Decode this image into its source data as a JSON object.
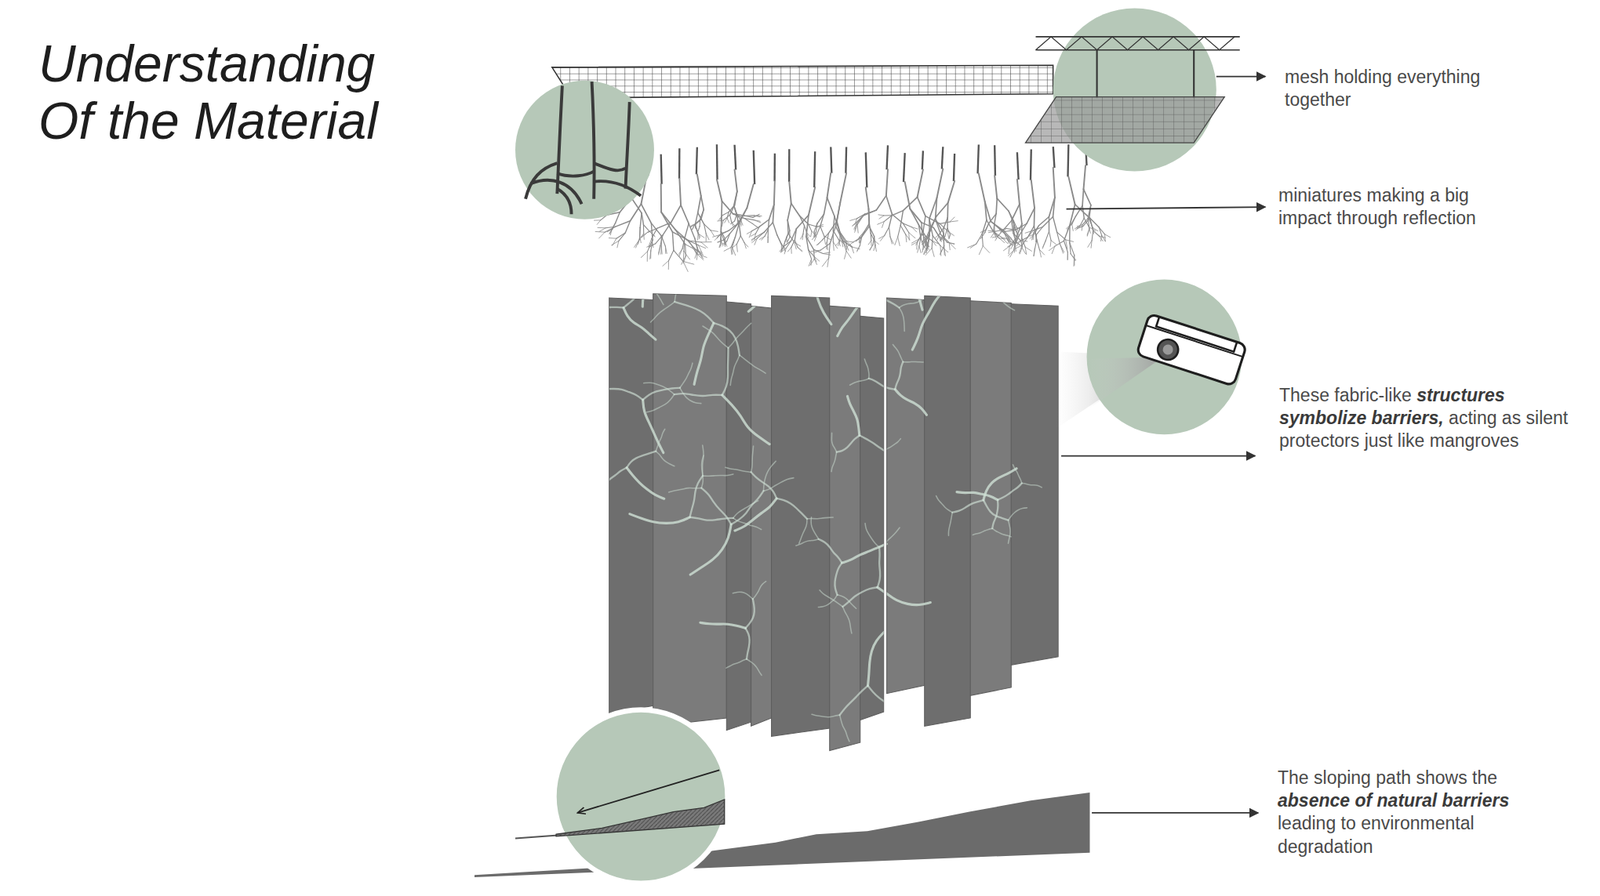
{
  "diagram": {
    "title": "Understanding Of the Material",
    "labels": [
      "mesh holding everything together",
      "miniatures making a big impact through reflection",
      "These fabric-like",
      "structures symbolize barriers,",
      "acting as silent protectors just like mangroves",
      "The sloping path shows the",
      "absence of natural barriers",
      "leading to environmental degradation"
    ]
  }
}
